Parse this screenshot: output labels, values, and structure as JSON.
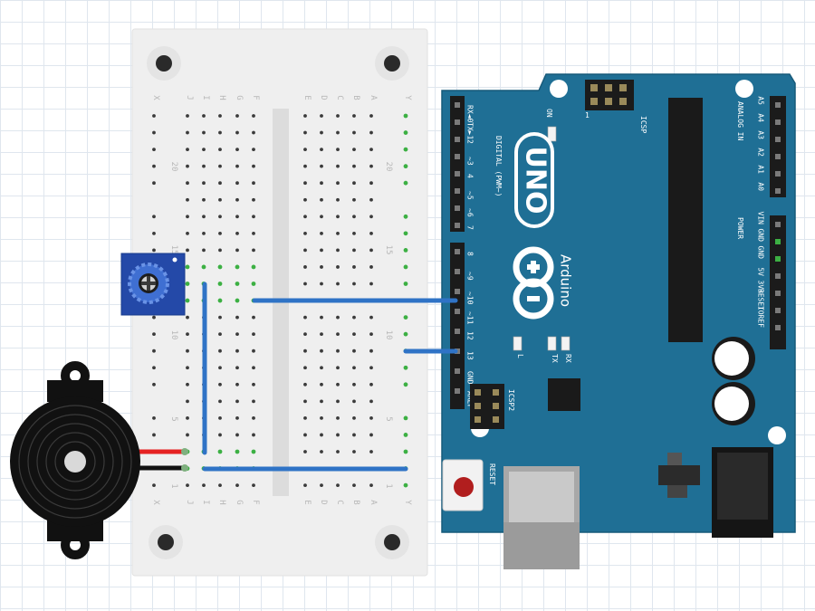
{
  "breadboard": {
    "columns_left": [
      "J",
      "I",
      "H",
      "G",
      "F"
    ],
    "columns_right": [
      "E",
      "D",
      "C",
      "B",
      "A"
    ],
    "rail_letters": [
      "X",
      "Y"
    ],
    "row_numbers": [
      "1",
      "5",
      "10",
      "15",
      "20"
    ]
  },
  "arduino": {
    "brand": "Arduino",
    "model": "UNO",
    "icsp_label": "ICSP",
    "icsp2_label": "ICSP2",
    "on_label": "ON",
    "l_label": "L",
    "tx_label": "TX",
    "rx_label": "RX",
    "reset_label": "RESET",
    "digital_label": "DIGITAL (PWM~)",
    "analog_label": "ANALOG IN",
    "power_label": "POWER",
    "digital_pins": [
      "RX◄0",
      "TX►1",
      "2",
      "~3",
      "4",
      "~5",
      "~6",
      "7",
      "8",
      "~9",
      "~10",
      "~11",
      "12",
      "13",
      "GND",
      "AREF"
    ],
    "analog_pins": [
      "A5",
      "A4",
      "A3",
      "A2",
      "A1",
      "A0"
    ],
    "power_pins": [
      "VIN",
      "GND",
      "GND",
      "5V",
      "3V3",
      "RESET",
      "IOREF"
    ]
  },
  "colors": {
    "board": "#1f6f95",
    "wire_blue": "#2f73c6",
    "wire_red": "#e52222",
    "hole_green": "#3cb043",
    "breadboard": "#efefef",
    "pot": "#2449a8"
  }
}
